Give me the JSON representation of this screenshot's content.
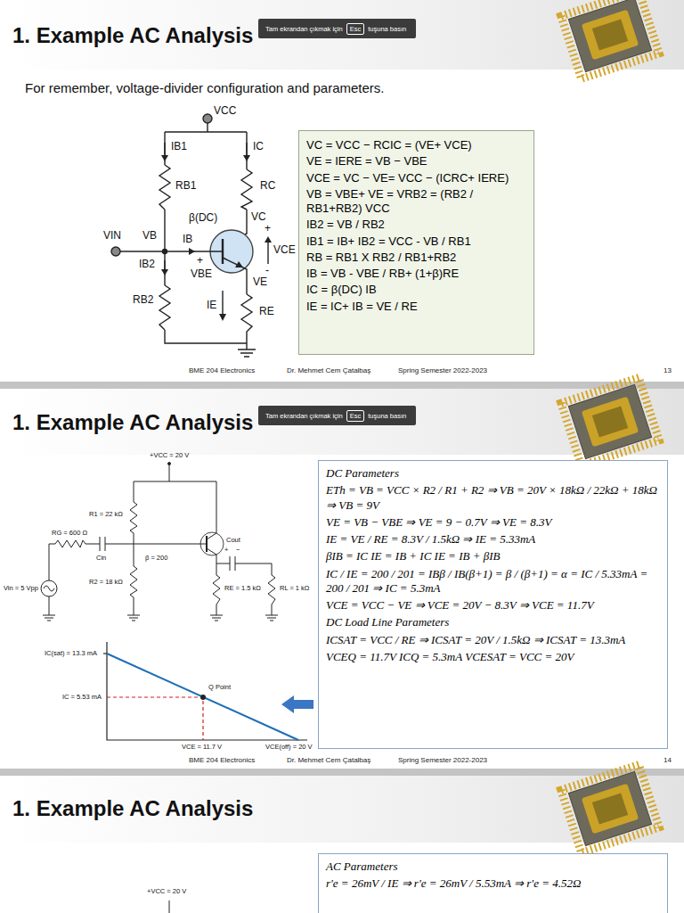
{
  "diagram": {
    "title": "1. Example AC Analysis",
    "nodes": [
      {
        "text": [
          "Tam ekrandan çıkmak için",
          "Esc",
          "tuşuna basın"
        ]
      },
      {
        "text": [
          "VC = VCC − RCIC = (VE+ VCE)",
          "VE = IERE = VB − VBE",
          "VCE = VC − VE= VCC − (ICRC+ IERE)",
          "VB = VBE+ VE = VRB2 = (RB2 / RB1+RB2) VCC",
          "IB2 = VB / RB2",
          "IB1 = IB+ IB2 = VCC - VB / RB1",
          "RB = RB1 X RB2 / RB1+RB2",
          "IB = VB - VBE / RB+ (1+β)RE",
          "IC = β(DC) IB",
          "IE = IC+ IB = VE / RE"
        ]
      },
      {
        "text": [
          "Tam ekrandan çıkmak için",
          "Esc",
          "tuşuna basın"
        ]
      },
      {
        "text": [
          "DC Parameters",
          "ETh = VB = VCC × R2 / R1 + R2 ⇒ VB = 20V × 18kΩ / 22kΩ + 18kΩ ⇒ VB = 9V",
          "VE = VB − VBE ⇒ VE = 9 − 0.7V ⇒ VE = 8.3V",
          "IE = VE / RE = 8.3V / 1.5kΩ ⇒ IE = 5.33mA",
          "βIB = IC IE = IB + IC IE = IB + βIB",
          "IC / IE = 200 / 201 = IBβ / IB(β+1) = β / (β+1) = α = IC / 5.33mA = 200 / 201 ⇒ IC = 5.3mA",
          "VCE = VCC − VE ⇒ VCE = 20V − 8.3V ⇒ VCE = 11.7V",
          "DC Load Line Parameters",
          "ICSAT = VCC / RE ⇒ ICSAT = 20V / 1.5kΩ ⇒ ICSAT = 13.3mA",
          "VCEQ = 11.7V ICQ = 5.3mA VCESAT = VCC = 20V"
        ]
      },
      {
        "text": [
          "AC Parameters",
          "r'e = 26mV / IE ⇒ r'e = 26mV / 5.53mA ⇒ r'e = 4.52Ω"
        ]
      }
    ],
    "labels": [
      "For remember, voltage-divider configuration and parameters.",
      "VCC",
      "IB1",
      "IC",
      "RB1",
      "RC",
      "β(DC)",
      "VC",
      "VIN",
      "VB",
      "IB",
      "+",
      "VCE",
      "-",
      "IB2",
      "+",
      "VBE",
      "VE",
      "RB2",
      "IE",
      "RE",
      "BME 204 Electronics",
      "Dr. Mehmet Cem Çatalbaş",
      "Spring Semester 2022-2023",
      "13",
      "1. Example AC Analysis",
      "+VCC = 20 V",
      "R1 = 22 kΩ",
      "RG = 600 Ω",
      "Cout",
      "+",
      "−",
      "Cin",
      "β = 200",
      "Vin = 5 Vpp",
      "R2 = 18 kΩ",
      "RE = 1.5 kΩ",
      "RL = 1 kΩ",
      "IC(sat) = 13.3 mA",
      "IC = 5.53 mA",
      "Q Point",
      "VCE = 11.7 V",
      "VCE(off) = 20 V",
      "BME 204 Electronics",
      "Dr. Mehmet Cem Çatalbaş",
      "Spring Semester 2022-2023",
      "14",
      "1. Example AC Analysis",
      "+VCC = 20 V"
    ]
  }
}
